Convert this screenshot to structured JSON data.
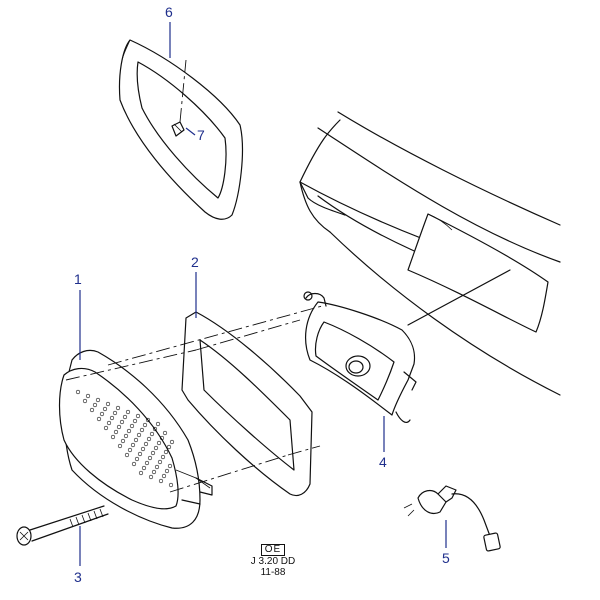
{
  "callouts": {
    "c1": "1",
    "c2": "2",
    "c3": "3",
    "c4": "4",
    "c5": "5",
    "c6": "6",
    "c7": "7"
  },
  "footer": {
    "code_box": "OE",
    "ref": "J 3.20 DD",
    "date": "11-88"
  },
  "colors": {
    "line_art": "#111111",
    "callout": "#1f2f8c",
    "background": "#ffffff"
  }
}
